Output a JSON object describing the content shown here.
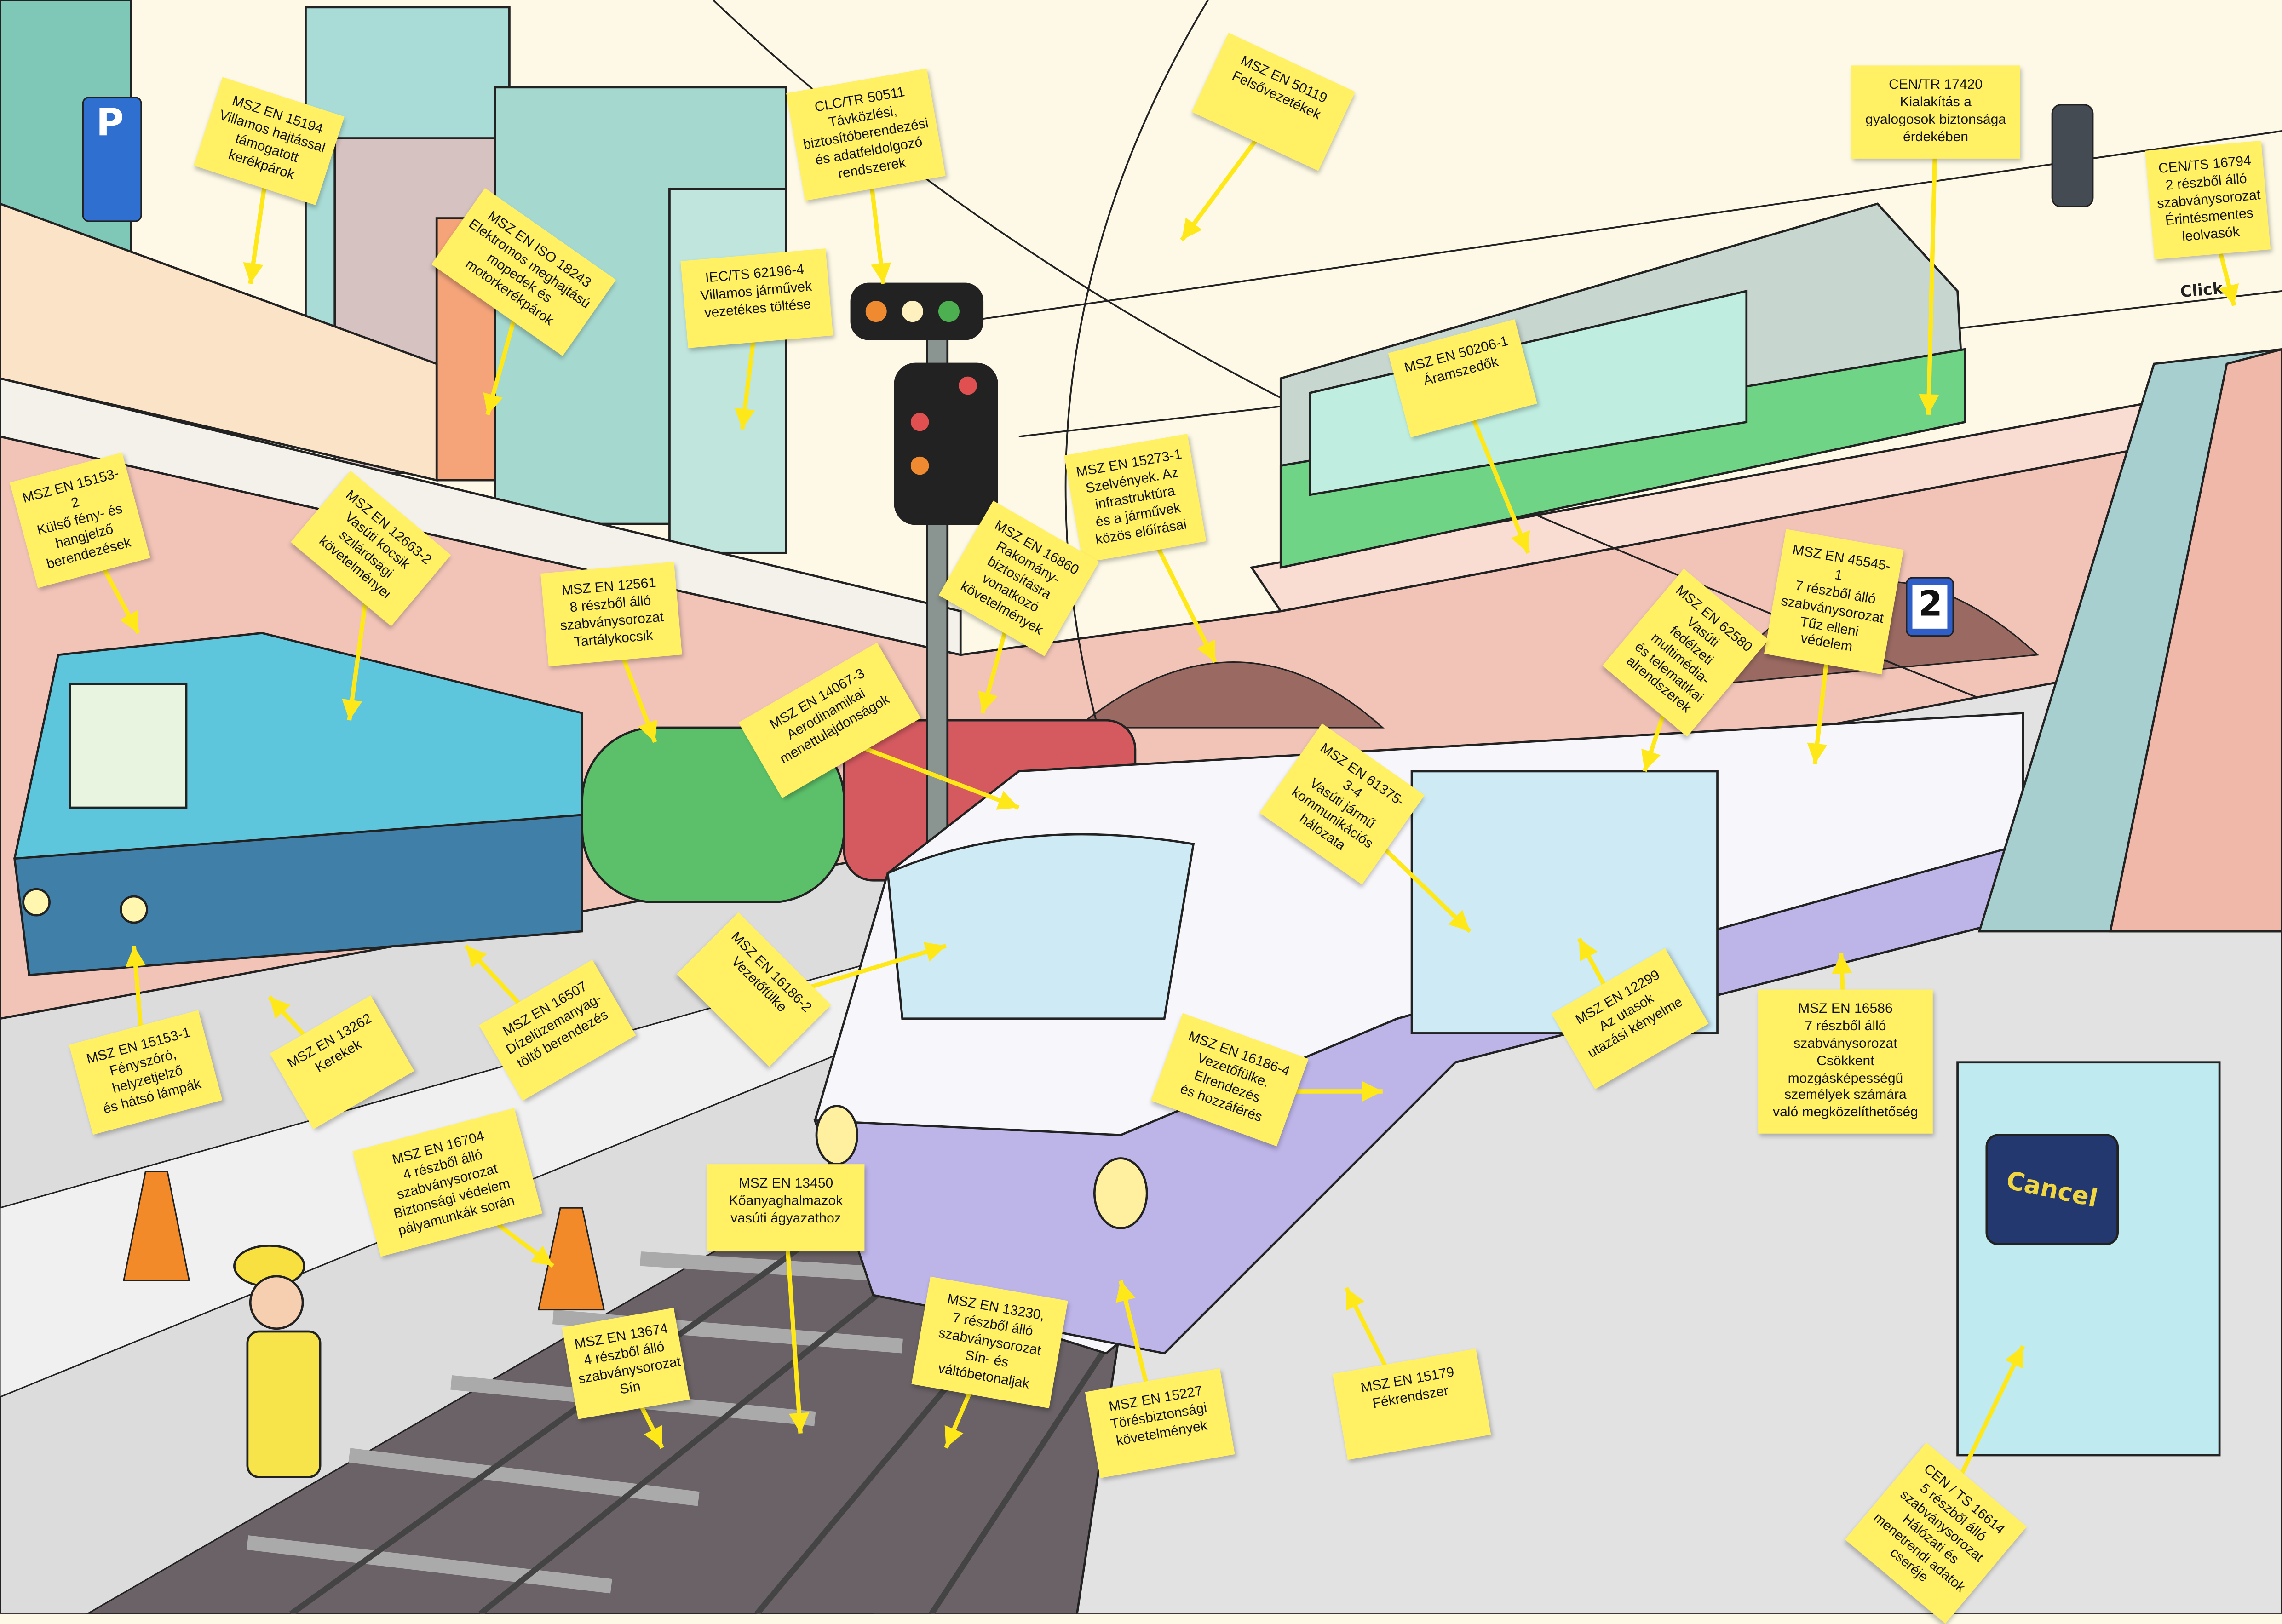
{
  "scene_signs": {
    "parking_sign": "P",
    "platform_number": "2",
    "reader_sound": "Click",
    "ticket_machine_screen": "Cancel"
  },
  "colors": {
    "note_yellow": "#fff064",
    "arrow_yellow": "#ffe81a",
    "sky": "#fdf9e6",
    "bridge": "#f2c4b8",
    "platform": "#dcdcdc",
    "tram_green": "#6fd486",
    "train_purple": "#bdb4e8",
    "loco_blue": "#5ec6dc"
  },
  "notes": [
    {
      "text": "MSZ EN 15194\nVillamos hajtással\ntámogatott\nkerékpárok"
    },
    {
      "text": "CLC/TR 50511\nTávközlési,\nbiztosítóberendezési\nés adatfeldolgozó\nrendszerek"
    },
    {
      "text": "MSZ EN 50119\nFelsővezetékek"
    },
    {
      "text": "CEN/TR 17420\nKialakítás a\ngyalogosok biztonsága\nérdekében"
    },
    {
      "text": "CEN/TS 16794\n2 részből álló\nszabványsorozat\nÉrintésmentes\nleolvasók"
    },
    {
      "text": "MSZ EN ISO 18243\nElektromos meghajtású\nmopedek és\nmotorkerékpárok"
    },
    {
      "text": "IEC/TS 62196-4\nVillamos járművek\nvezetékes töltése"
    },
    {
      "text": "MSZ EN 50206-1\nÁramszedők"
    },
    {
      "text": "MSZ EN 15273-1\nSzelvények. Az\ninfrastruktúra\nés a járművek\nközös előírásai"
    },
    {
      "text": "MSZ EN 15153-2\nKülső fény- és\nhangjelző\nberendezések"
    },
    {
      "text": "MSZ EN 12663-2\nVasúti kocsik\nszilárdsági\nkövetelményei"
    },
    {
      "text": "MSZ EN 12561\n8 részből álló\nszabványsorozat\nTartálykocsik"
    },
    {
      "text": "MSZ EN 16860\nRakomány-\nbiztosításra\nvonatkozó\nkövetelmények"
    },
    {
      "text": "MSZ EN 45545-1\n7 részből álló\nszabványsorozat\nTűz elleni\nvédelem"
    },
    {
      "text": "MSZ EN 62580\nVasúti\nfedélzeti\nmultimédia-\nés telematikai\nalrendszerek"
    },
    {
      "text": "MSZ EN 14067-3\nAerodinamikai\nmenettulajdonságok"
    },
    {
      "text": "MSZ EN 61375-3-4\nVasúti jármű\nkommunikációs\nhálózata"
    },
    {
      "text": "MSZ EN 16186-2\nVezetőfülke"
    },
    {
      "text": "MSZ EN 15153-1\nFényszóró,\nhelyzetjelző\nés hátsó lámpák"
    },
    {
      "text": "MSZ EN 13262\nKerekek"
    },
    {
      "text": "MSZ EN 16507\nDízelüzemanyag-\ntöltő berendezés"
    },
    {
      "text": "MSZ EN 12299\nAz utasok\nutazási kényelme"
    },
    {
      "text": "MSZ EN 16586\n7 részből álló\nszabványsorozat\nCsökkent\nmozgásképességű\nszemélyek számára\nvaló megközelíthetőség"
    },
    {
      "text": "MSZ EN 16186-4\nVezetőfülke.\nElrendezés\nés hozzáférés"
    },
    {
      "text": "MSZ EN 16704\n4 részből álló\nszabványsorozat\nBiztonsági védelem\npályamunkák során"
    },
    {
      "text": "MSZ EN 13450\nKőanyaghalmazok\nvasúti ágyazathoz"
    },
    {
      "text": "MSZ EN 13674\n4 részből álló\nszabványsorozat\nSín"
    },
    {
      "text": "MSZ EN 13230,\n7 részből álló\nszabványsorozat\nSín- és\nváltóbetonaljak"
    },
    {
      "text": "MSZ EN 15227\nTörésbiztonsági\nkövetelmények"
    },
    {
      "text": "MSZ EN 15179\nFékrendszer"
    },
    {
      "text": "CEN / TS 16614\n5 részből álló\nszabványsorozat\nHálózati és\nmenetrendi adatok\ncseréje"
    }
  ]
}
